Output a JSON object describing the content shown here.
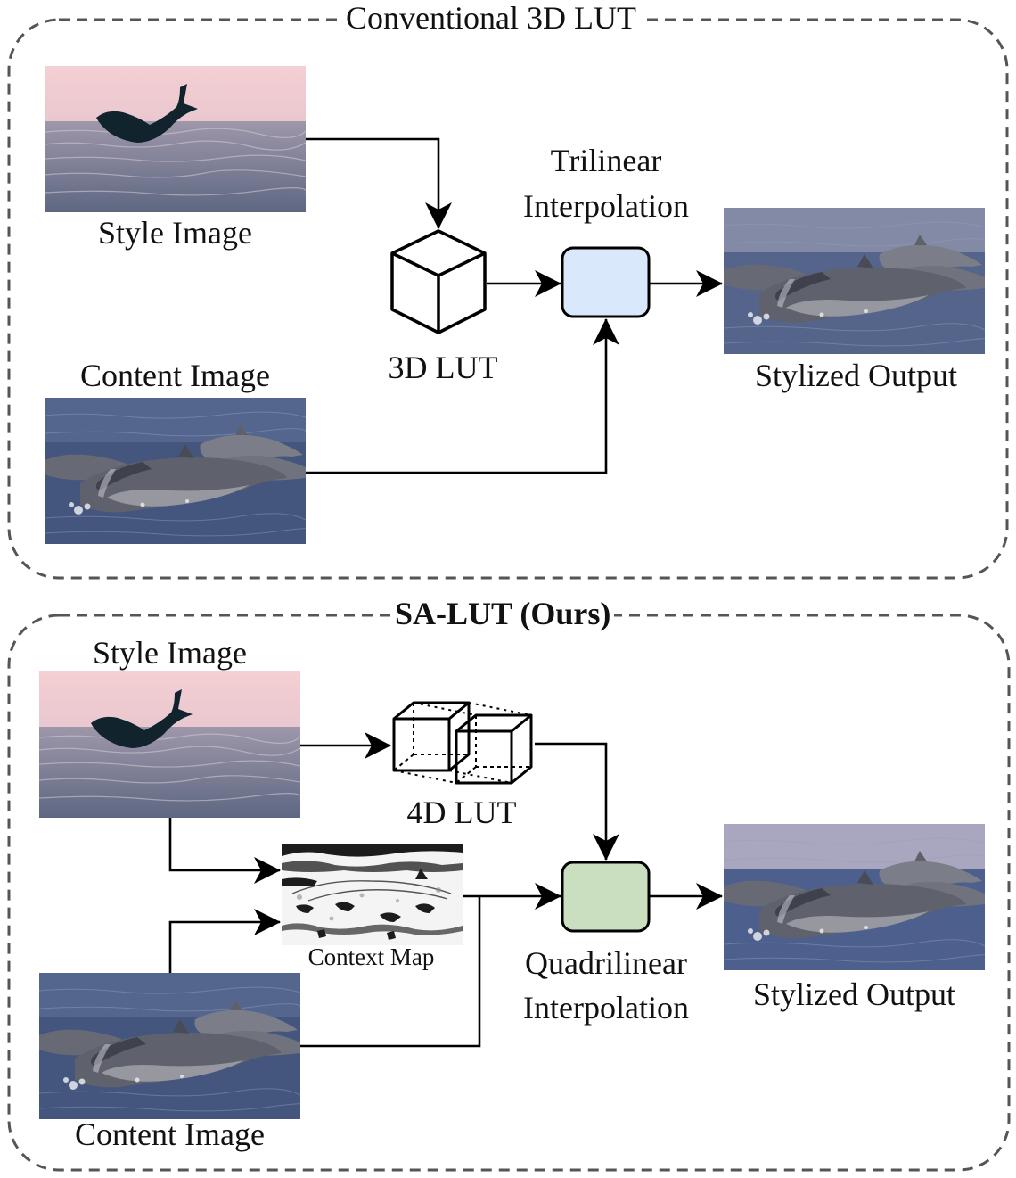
{
  "colors": {
    "frame": "#555555",
    "trilinear_box": "#dae8fc",
    "quadrilinear_box": "#c9dfc0",
    "style_sky": "#f2cfd4",
    "style_sea": "#6f7790",
    "content_sea": "#44567d",
    "output_sea": "#55648a",
    "dolphin_dark": "#11232c",
    "dolphin_grey": "#6c6f78"
  },
  "top": {
    "title": "Conventional 3D LUT",
    "style_label": "Style Image",
    "content_label": "Content Image",
    "lut_label": "3D LUT",
    "interp_line1": "Trilinear",
    "interp_line2": "Interpolation",
    "output_label": "Stylized Output",
    "lut_icon": "cube-icon"
  },
  "bottom": {
    "title": "SA-LUT (Ours)",
    "style_label": "Style Image",
    "content_label": "Content Image",
    "lut_label": "4D LUT",
    "context_label": "Context Map",
    "interp_line1": "Quadrilinear",
    "interp_line2": "Interpolation",
    "output_label": "Stylized Output",
    "lut_icon": "double-cube-icon"
  }
}
